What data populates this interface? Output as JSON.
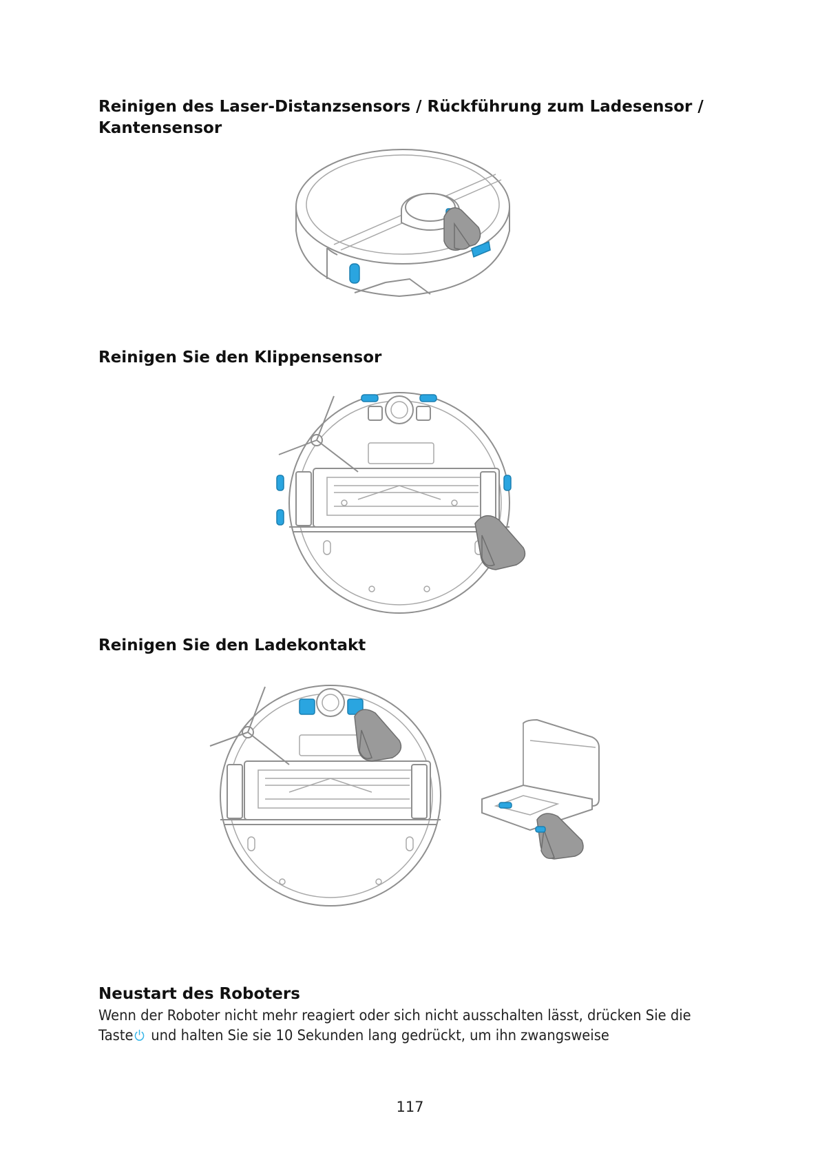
{
  "sections": {
    "laser_heading": "Reinigen des Laser-Distanzsensors / Rückführung zum Ladesensor / Kantensensor",
    "cliff_heading": "Reinigen Sie den Klippensensor",
    "contact_heading": "Reinigen Sie den Ladekontakt",
    "restart_heading": "Neustart des Roboters"
  },
  "restart_text": {
    "line1": "Wenn der Roboter nicht mehr reagiert oder sich nicht ausschalten lässt, drücken Sie die",
    "line2_before_icon": "Taste",
    "line2_after_icon": " und halten Sie sie 10 Sekunden lang gedrückt, um ihn zwangsweise"
  },
  "icons": {
    "power": "power-icon",
    "power_color": "#35b5e8"
  },
  "accent_color": "#2aa5e0",
  "cloth_color": "#9a9a9a",
  "page_number": "117"
}
